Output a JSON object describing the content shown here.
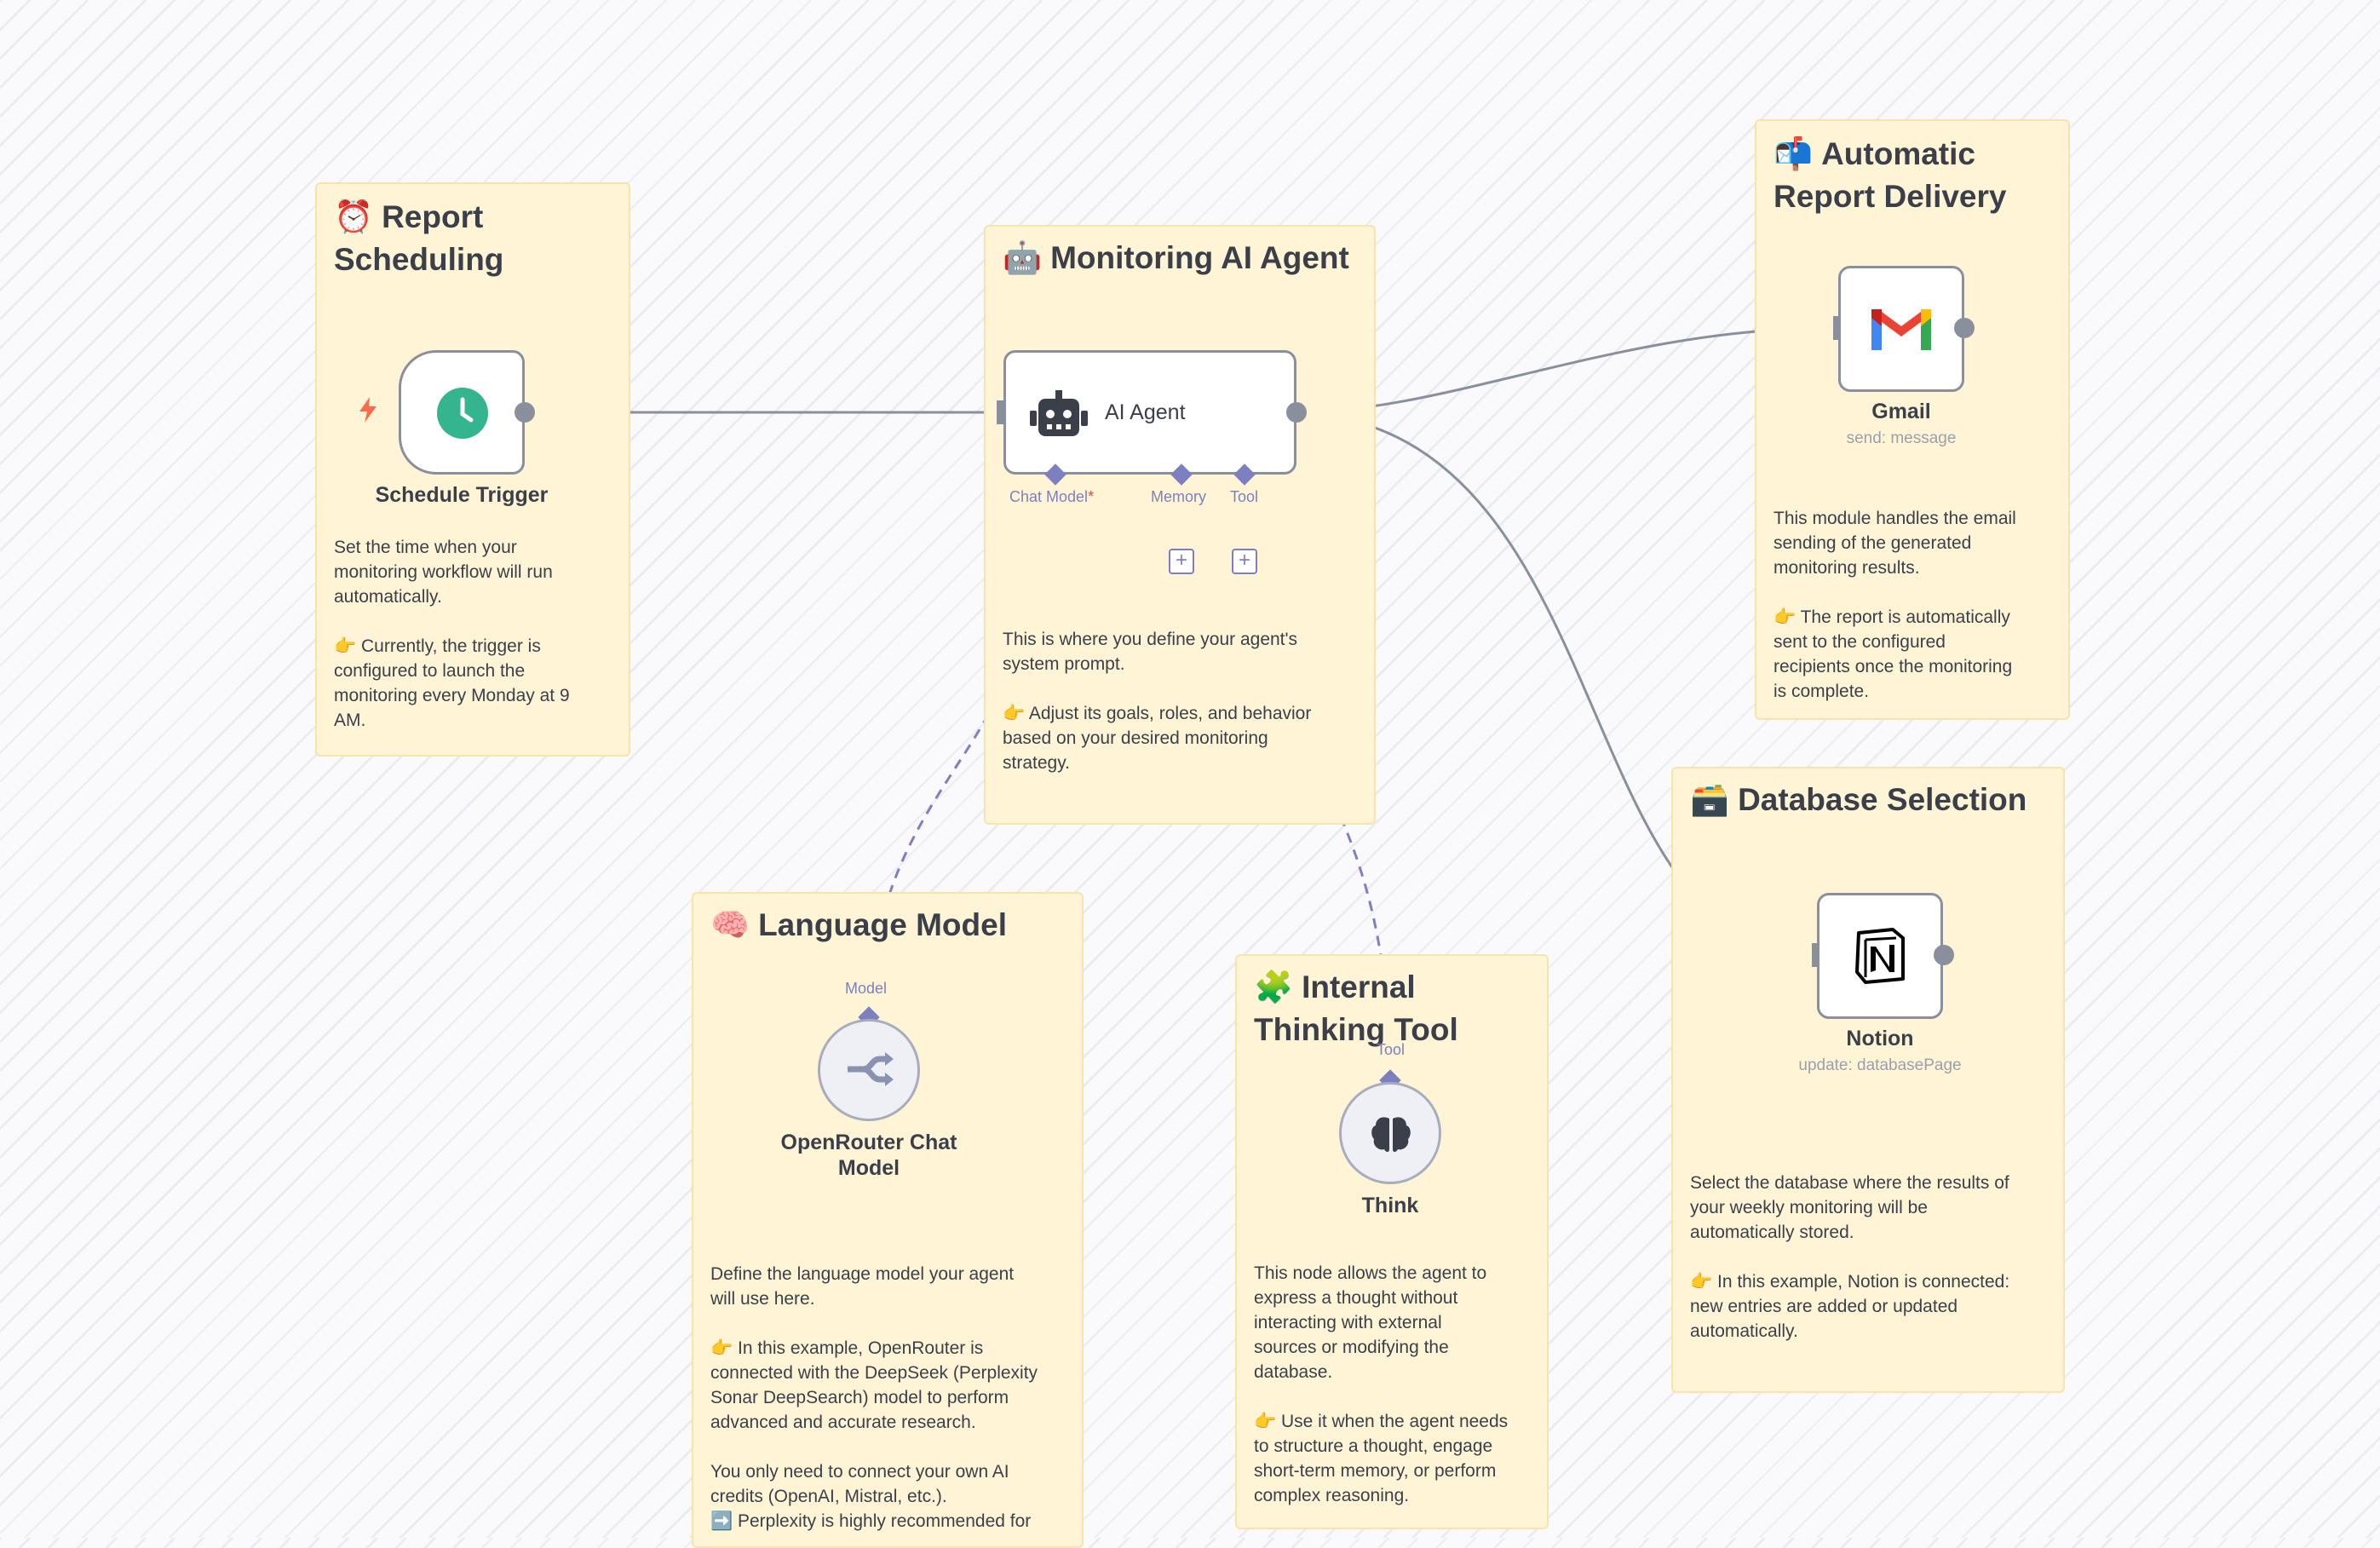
{
  "stickies": {
    "schedule": {
      "emoji": "⏰",
      "title": "Report\nScheduling",
      "text": "Set the time when your\nmonitoring workflow will run\nautomatically.\n\n👉 Currently, the trigger is\nconfigured to launch the\nmonitoring every Monday at 9\nAM."
    },
    "agent": {
      "emoji": "🤖",
      "title": "Monitoring AI Agent",
      "text": "This is where you define your agent's\nsystem prompt.\n\n👉 Adjust its goals, roles, and behavior\nbased on your desired monitoring\nstrategy."
    },
    "delivery": {
      "emoji": "📬",
      "title": "Automatic\nReport Delivery",
      "text": "This module handles the email\nsending of the generated\nmonitoring results.\n\n👉 The report is automatically\nsent to the configured\nrecipients once the monitoring\nis complete."
    },
    "database": {
      "emoji": "🗃️",
      "title": "Database Selection",
      "text": "Select the database where the results of\nyour weekly monitoring will be\nautomatically stored.\n\n👉 In this example, Notion is connected:\nnew entries are added or updated\nautomatically."
    },
    "language": {
      "emoji": "🧠",
      "title": "Language Model",
      "text": "Define the language model your agent\nwill use here.\n\n👉 In this example, OpenRouter is\nconnected with the DeepSeek (Perplexity\nSonar DeepSearch) model to perform\nadvanced and accurate research.\n\nYou only need to connect your own AI\ncredits (OpenAI, Mistral, etc.).\n➡️ Perplexity is highly recommended for"
    },
    "thinking": {
      "emoji": "🧩",
      "title": "Internal\nThinking Tool",
      "text": "This node allows the agent to\nexpress a thought without\ninteracting with external\nsources or modifying the\ndatabase.\n\n👉 Use it when the agent needs\nto structure a thought, engage\nshort-term memory, or perform\ncomplex reasoning."
    }
  },
  "nodes": {
    "trigger": {
      "label": "Schedule Trigger",
      "icon": "clock-icon"
    },
    "agent": {
      "label": "AI Agent",
      "icon": "robot-icon",
      "handles": {
        "chat_model": "Chat Model",
        "required_mark": "*",
        "memory": "Memory",
        "tool": "Tool"
      },
      "plus": "+"
    },
    "gmail": {
      "label": "Gmail",
      "sub": "send: message",
      "icon": "gmail-icon"
    },
    "notion": {
      "label": "Notion",
      "sub": "update: databasePage",
      "icon": "notion-icon"
    },
    "openrouter": {
      "label": "OpenRouter Chat\nModel",
      "handle": "Model",
      "icon": "openrouter-icon"
    },
    "think": {
      "label": "Think",
      "handle": "Tool",
      "icon": "brain-icon"
    }
  },
  "colors": {
    "sticky_bg": "#fff5d6",
    "edge": "#8a8f9e",
    "sub_edge": "#7c80c0",
    "trigger_green": "#35b58f",
    "bolt": "#ff6b4a"
  }
}
